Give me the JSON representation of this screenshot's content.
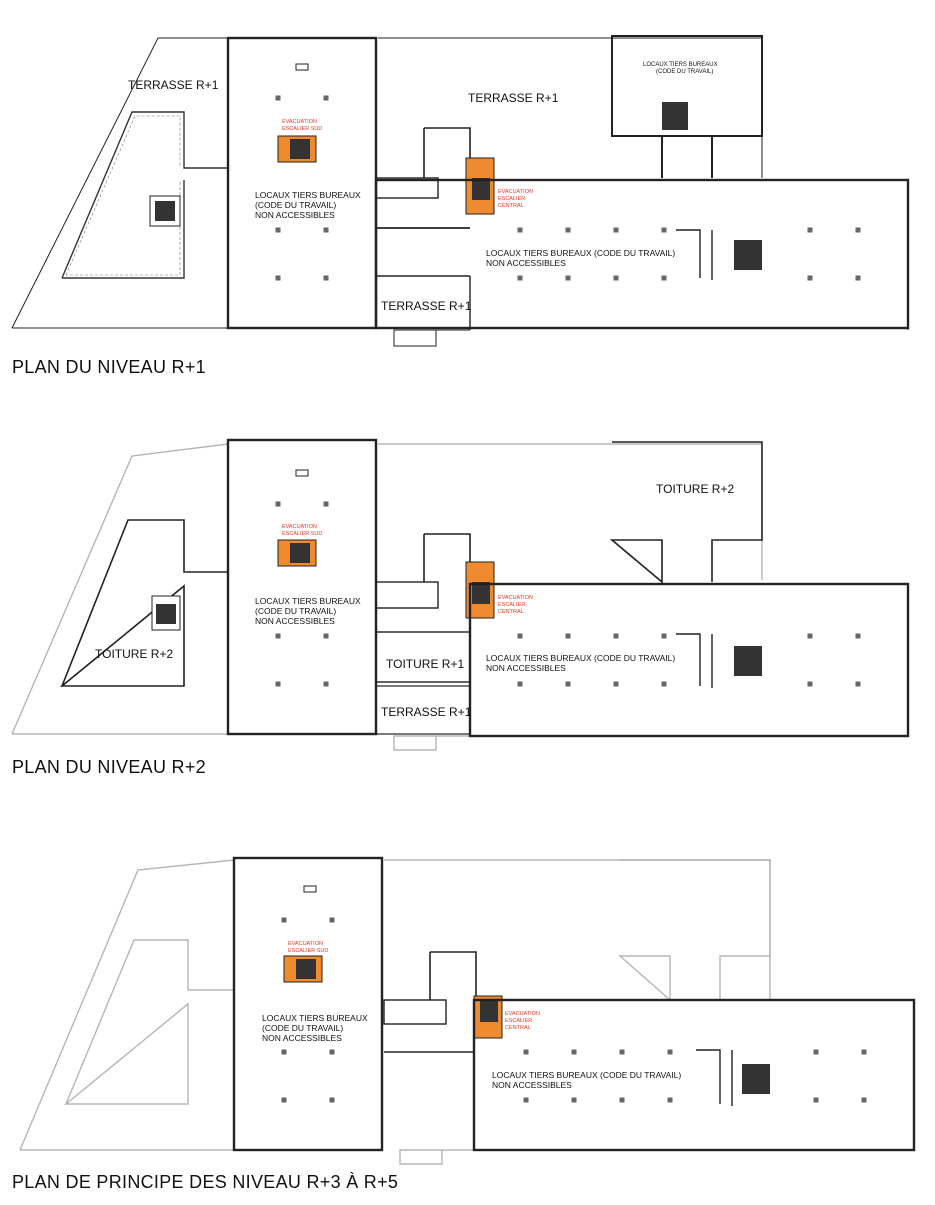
{
  "colors": {
    "stair_fill": "#ef8a2e",
    "evac_text": "#e8351f",
    "wall": "#222222",
    "ghost": "#b5b5b5"
  },
  "plans": [
    {
      "title": "PLAN DU NIVEAU R+1",
      "terrasse_west": "TERRASSE R+1",
      "terrasse_north": "TERRASSE R+1",
      "terrasse_south": "TERRASSE R+1",
      "tower_label_1": "LOCAUX TIERS BUREAUX",
      "tower_label_2": "(CODE DU TRAVAIL)",
      "evac_sud_1": "EVACUATION",
      "evac_sud_2": "ESCALIER SUD",
      "locaux_center_1": "LOCAUX TIERS BUREAUX",
      "locaux_center_2": "(CODE DU TRAVAIL)",
      "locaux_center_3": "NON ACCESSIBLES",
      "evac_central_1": "EVACUATION",
      "evac_central_2": "ESCALIER",
      "evac_central_3": "CENTRAL",
      "locaux_east_1": "LOCAUX TIERS BUREAUX (CODE DU TRAVAIL)",
      "locaux_east_2": "NON ACCESSIBLES"
    },
    {
      "title": "PLAN DU NIVEAU R+2",
      "toiture_west": "TOITURE R+2",
      "toiture_north": "TOITURE R+2",
      "toiture_mid": "TOITURE R+1",
      "terrasse_south": "TERRASSE R+1",
      "evac_sud_1": "EVACUATION",
      "evac_sud_2": "ESCALIER SUD",
      "locaux_center_1": "LOCAUX TIERS BUREAUX",
      "locaux_center_2": "(CODE DU TRAVAIL)",
      "locaux_center_3": "NON ACCESSIBLES",
      "evac_central_1": "EVACUATION",
      "evac_central_2": "ESCALIER",
      "evac_central_3": "CENTRAL",
      "locaux_east_1": "LOCAUX TIERS BUREAUX (CODE DU TRAVAIL)",
      "locaux_east_2": "NON ACCESSIBLES"
    },
    {
      "title": "PLAN DE PRINCIPE DES NIVEAU R+3 À R+5",
      "evac_sud_1": "EVACUATION",
      "evac_sud_2": "ESCALIER SUD",
      "locaux_center_1": "LOCAUX TIERS BUREAUX",
      "locaux_center_2": "(CODE DU TRAVAIL)",
      "locaux_center_3": "NON ACCESSIBLES",
      "evac_central_1": "EVACUATION",
      "evac_central_2": "ESCALIER",
      "evac_central_3": "CENTRAL",
      "locaux_east_1": "LOCAUX TIERS BUREAUX (CODE DU TRAVAIL)",
      "locaux_east_2": "NON ACCESSIBLES"
    }
  ]
}
